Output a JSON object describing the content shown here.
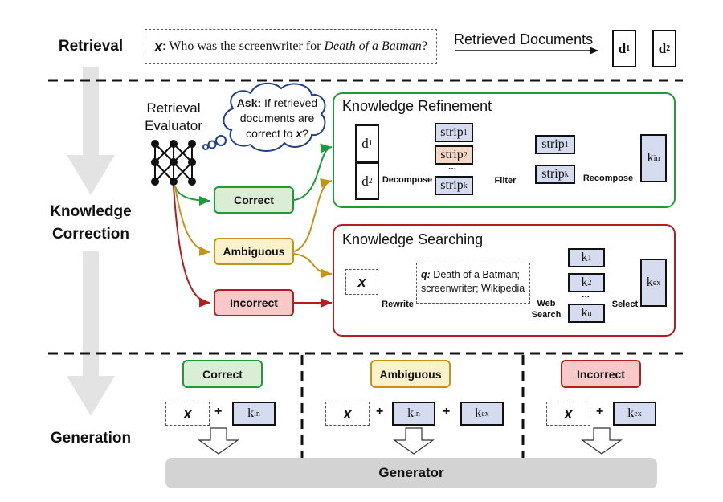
{
  "stages": {
    "retrieval": "Retrieval",
    "correction_line1": "Knowledge",
    "correction_line2": "Correction",
    "generation": "Generation"
  },
  "retrieval": {
    "query_var": "x",
    "query_prefix": ": Who was the screenwriter for ",
    "query_title": "Death of a Batman",
    "query_suffix": "?",
    "arrow_label": "Retrieved Documents",
    "docs": [
      {
        "base": "d",
        "sub": "1"
      },
      {
        "base": "d",
        "sub": "2"
      }
    ]
  },
  "evaluator": {
    "title_line1": "Retrieval",
    "title_line2": "Evaluator",
    "thought_bold": "Ask:",
    "thought_line1": " If retrieved",
    "thought_line2": "documents are",
    "thought_line3_prefix": "correct to ",
    "thought_var": "x",
    "thought_suffix": "?"
  },
  "actions": {
    "correct": "Correct",
    "ambiguous": "Ambiguous",
    "incorrect": "Incorrect"
  },
  "colors": {
    "correct_border": "#1f9a3a",
    "correct_fill": "#dcedd6",
    "ambiguous_border": "#c2951a",
    "ambiguous_fill": "#fdf1cc",
    "incorrect_border": "#b21f1f",
    "incorrect_fill": "#f9c9c9",
    "chip_fill": "#d6dcf0",
    "chip_highlight": "#f6d9c4",
    "generator_fill": "#d3d3d3",
    "cloud_stroke": "#1f3f8a"
  },
  "refinement": {
    "title": "Knowledge Refinement",
    "docs": [
      {
        "base": "d",
        "sub": "1"
      },
      {
        "base": "d",
        "sub": "2"
      }
    ],
    "decompose_label": "Decompose",
    "strips": [
      {
        "base": "strip",
        "sub": "1"
      },
      {
        "base": "strip",
        "sub": "2"
      },
      {
        "base": "strip",
        "sub": "k"
      }
    ],
    "ellipsis": "...",
    "filter_label": "Filter",
    "filtered": [
      {
        "base": "strip",
        "sub": "1"
      },
      {
        "base": "strip",
        "sub": "k"
      }
    ],
    "recompose_label": "Recompose",
    "output": {
      "base": "k",
      "sub": "in"
    }
  },
  "searching": {
    "title": "Knowledge Searching",
    "input_var": "x",
    "rewrite_label": "Rewrite",
    "query_var": "q:",
    "query_line1": " Death of a Batman;",
    "query_line2": "screenwriter; Wikipedia",
    "web_search_line1": "Web",
    "web_search_line2": "Search",
    "results": [
      {
        "base": "k",
        "sub": "1"
      },
      {
        "base": "k",
        "sub": "2"
      },
      {
        "base": "k",
        "sub": "n"
      }
    ],
    "ellipsis": "...",
    "select_label": "Select",
    "output": {
      "base": "k",
      "sub": "ex"
    }
  },
  "generation": {
    "columns": [
      {
        "tag": "Correct",
        "inputs": [
          "x",
          "k_in"
        ]
      },
      {
        "tag": "Ambiguous",
        "inputs": [
          "x",
          "k_in",
          "k_ex"
        ]
      },
      {
        "tag": "Incorrect",
        "inputs": [
          "x",
          "k_ex"
        ]
      }
    ],
    "x_var": "x",
    "plus": "+",
    "kin": {
      "base": "k",
      "sub": "in"
    },
    "kex": {
      "base": "k",
      "sub": "ex"
    },
    "generator_label": "Generator"
  }
}
